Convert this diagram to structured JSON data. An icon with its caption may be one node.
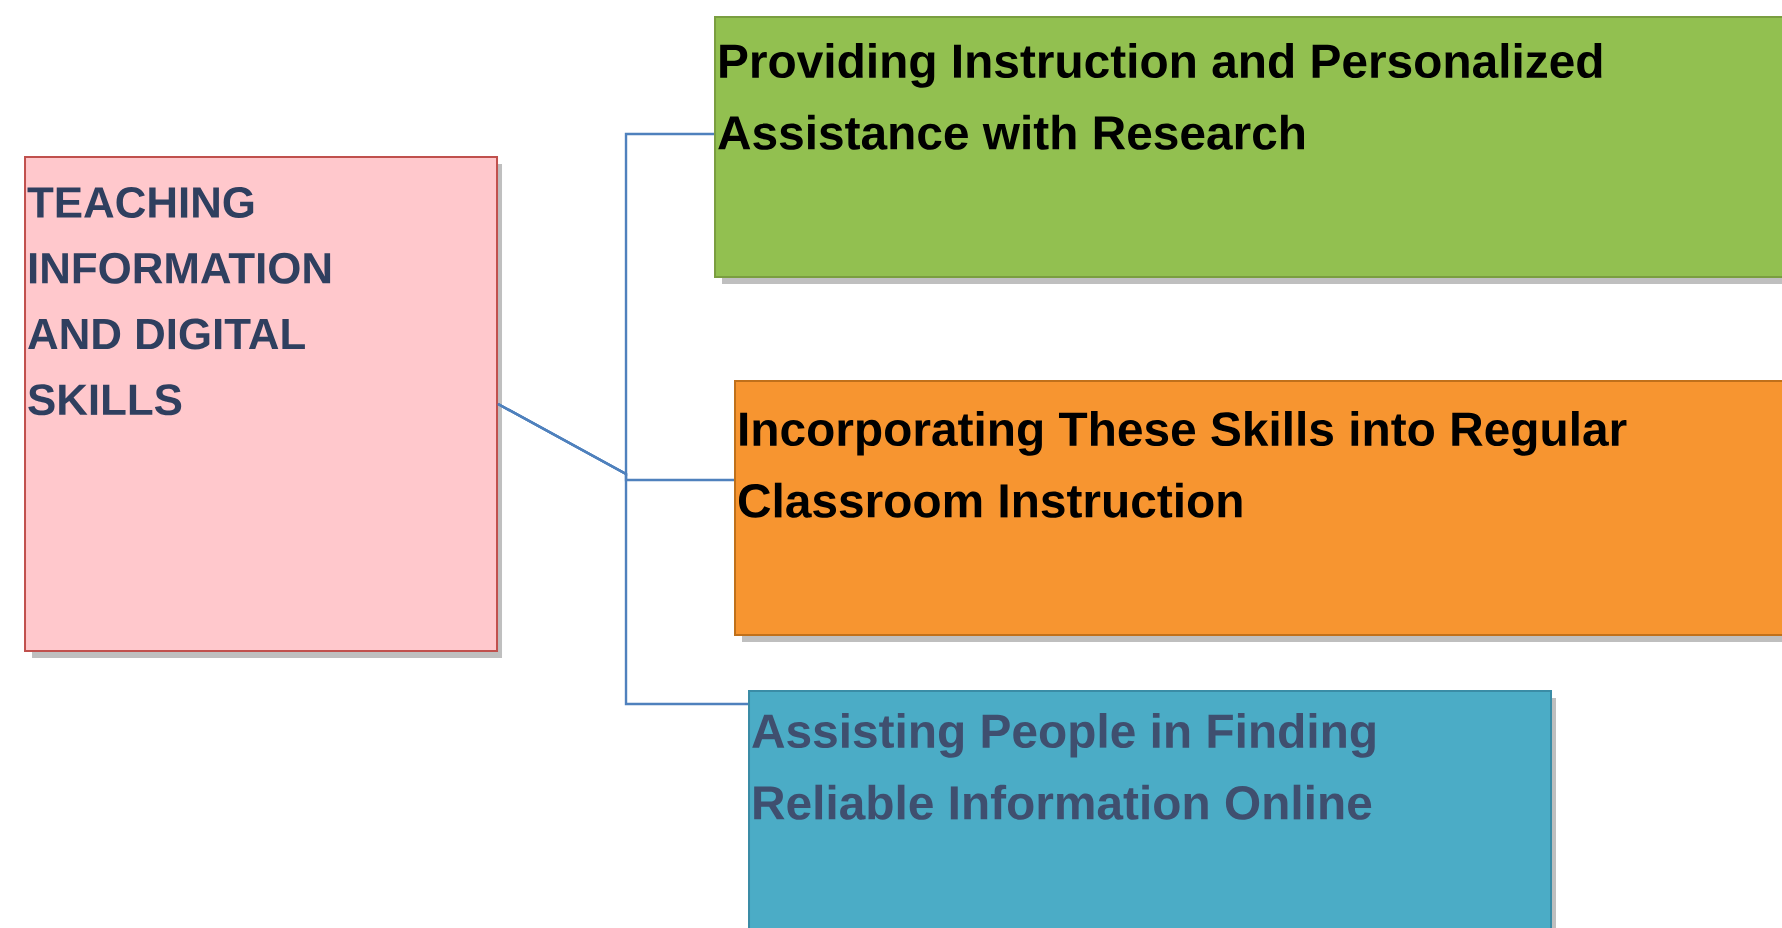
{
  "diagram": {
    "nodes": [
      {
        "text": [
          "TEACHING INFORMATION AND DIGITAL SKILLS"
        ]
      },
      {
        "text": [
          "Providing Instruction and Personalized Assistance with Research"
        ]
      },
      {
        "text": [
          "Incorporating These Skills into Regular Classroom Instruction"
        ]
      },
      {
        "text": [
          "Assisting People in Finding Reliable Information Online"
        ]
      }
    ],
    "edges": [
      {
        "from": 0,
        "to": 1,
        "arrow": "none"
      },
      {
        "from": 0,
        "to": 2,
        "arrow": "none"
      },
      {
        "from": 0,
        "to": 3,
        "arrow": "none"
      }
    ]
  }
}
